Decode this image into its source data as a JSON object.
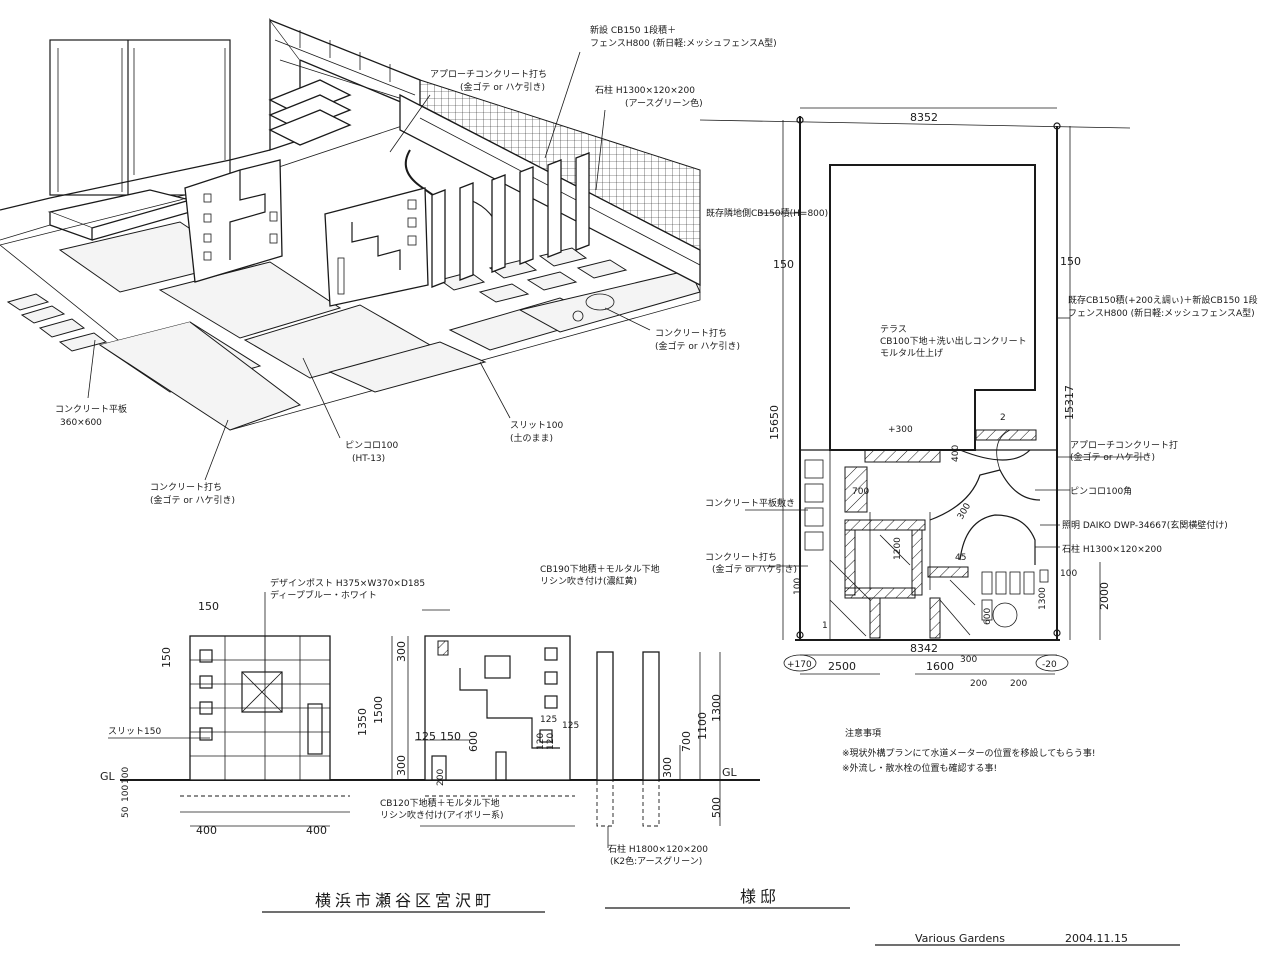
{
  "perspective": {
    "labels": {
      "approach": "アプローチコンクリート打ち",
      "approach_sub": "(金ゴテ or ハケ引き)",
      "new_cb": "新設 CB150 1段積＋",
      "new_cb_sub": "フェンスH800 (新日軽:メッシュフェンスA型)",
      "stone": "石柱 H1300×120×200",
      "stone_sub": "(アースグリーン色)",
      "conc_plate": "コンクリート平板",
      "conc_plate_sub": "360×600",
      "conc_cast": "コンクリート打ち",
      "conc_cast_sub": "(金ゴテ or ハケ引き)",
      "conc_cast2": "コンクリート打ち",
      "conc_cast2_sub": "(金ゴテ or ハケ引き)",
      "pincoro": "ピンコロ100",
      "pincoro_sub": "(HT-13)",
      "slit": "スリット100",
      "slit_sub": "(土のまま)"
    }
  },
  "plan": {
    "dims": {
      "top": "8352",
      "bottom": "8342",
      "left_offset": "150",
      "right_offset": "150",
      "left_height": "15650",
      "right_height": "15317",
      "bottom_left": "2500",
      "bottom_right": "1600",
      "level_left": "+170",
      "level_right": "-20",
      "depth": "2000",
      "d300": "300",
      "d200a": "200",
      "d200b": "200",
      "d100": "100",
      "d1300": "1300",
      "d700": "700",
      "d1200": "1200",
      "d400": "400",
      "d300b": "+300",
      "d100b": "100",
      "d45": "45",
      "d600": "600",
      "d2": "2",
      "d300c": "300",
      "d1": "1"
    },
    "labels": {
      "existing_cb": "既存隣地側CB150積(H=800)",
      "existing_cb_right": "既存CB150積(+200え調ぃ)＋新設CB150 1段",
      "existing_cb_right_sub": "フェンスH800 (新日軽:メッシュフェンスA型)",
      "terrace": "テラス",
      "terrace_sub1": "CB100下地＋洗い出しコンクリート",
      "terrace_sub2": "モルタル仕上げ",
      "approach": "アプローチコンクリート打",
      "approach_sub": "(金ゴテ or ハケ引き)",
      "pincoro": "ピンコロ100角",
      "light": "照明 DAIKO DWP-34667(玄関横壁付け)",
      "stone": "石柱 H1300×120×200",
      "plate": "コンクリート平板敷き",
      "cast": "コンクリート打ち",
      "cast_sub": "(金ゴテ or ハケ引き)"
    }
  },
  "elevation": {
    "labels": {
      "design_post": "デザインポスト H375×W370×D185",
      "design_post_sub": "ディープブルー・ホワイト",
      "cb190": "CB190下地積＋モルタル下地",
      "cb190_sub": "リシン吹き付け(濃紅黄)",
      "cb120": "CB120下地積＋モルタル下地",
      "cb120_sub": "リシン吹き付け(アイボリー系)",
      "slit": "スリット150",
      "stone": "石柱 H1800×120×200",
      "stone_sub": "(K2色:アースグリーン)",
      "gl_left": "GL",
      "gl_right": "GL"
    },
    "dims": {
      "d150a": "150",
      "d150b": "150",
      "d300a": "300",
      "d1350": "1350",
      "d1500": "1500",
      "d300b": "300",
      "d125a": "125",
      "d150c": "150",
      "d600": "600",
      "d200": "200",
      "d125b": "125",
      "d125c": "125",
      "d100a": "100",
      "d100b": "100",
      "d50": "50",
      "d400a": "400",
      "d400b": "400",
      "d300c": "300",
      "d700": "700",
      "d1100": "1100",
      "d1300": "1300",
      "d500": "500",
      "d120": "120",
      "d120b": "120"
    }
  },
  "notes": {
    "heading": "注意事項",
    "line1": "※現状外構プランにて水道メーターの位置を移設してもらう事!",
    "line2": "※外流し・散水栓の位置も確認する事!"
  },
  "title_block": {
    "location": "横浜市瀬谷区宮沢町",
    "client": "様邸",
    "company": "Various Gardens",
    "date": "2004.11.15"
  }
}
